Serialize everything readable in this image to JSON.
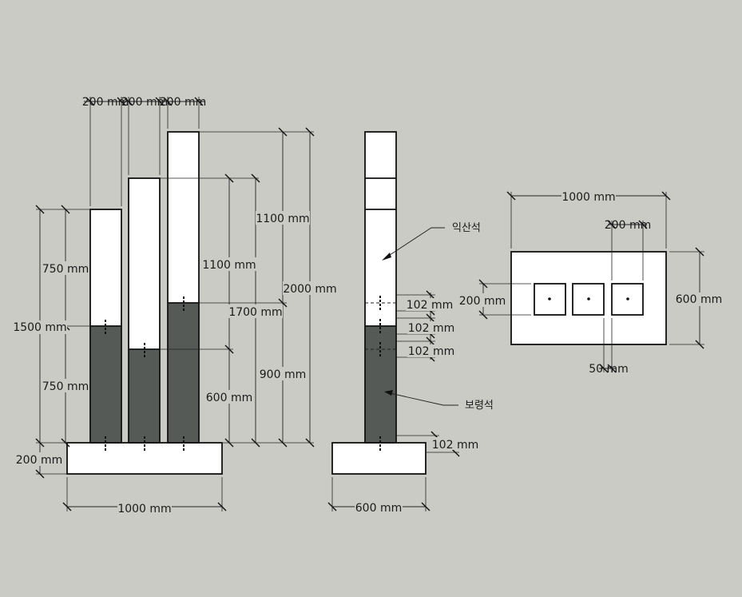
{
  "front_view": {
    "top_widths": [
      "200 mm",
      "200 mm",
      "200 mm"
    ],
    "left_upper": "750 mm",
    "left_total": "1500 mm",
    "left_lower": "750 mm",
    "base_height": "200 mm",
    "base_width": "1000 mm",
    "mid_upper": "1100 mm",
    "mid_lower": "600 mm",
    "mid_total": "1700 mm",
    "right_upper": "1100 mm",
    "right_lower": "900 mm",
    "right_total": "2000 mm"
  },
  "side_view": {
    "label_upper": "익산석",
    "label_lower": "보령석",
    "spacing_1": "102 mm",
    "spacing_2": "102 mm",
    "spacing_3": "102 mm",
    "base_spacing": "102 mm",
    "base_width": "600 mm"
  },
  "plan_view": {
    "width": "1000 mm",
    "depth": "600 mm",
    "slot_width": "200 mm",
    "slot_depth": "200 mm",
    "gap": "50 mm"
  },
  "colors": {
    "background": "#cbcbc6",
    "upper_stone": "#ffffff",
    "lower_stone": "#555a56",
    "outline": "#111111"
  }
}
